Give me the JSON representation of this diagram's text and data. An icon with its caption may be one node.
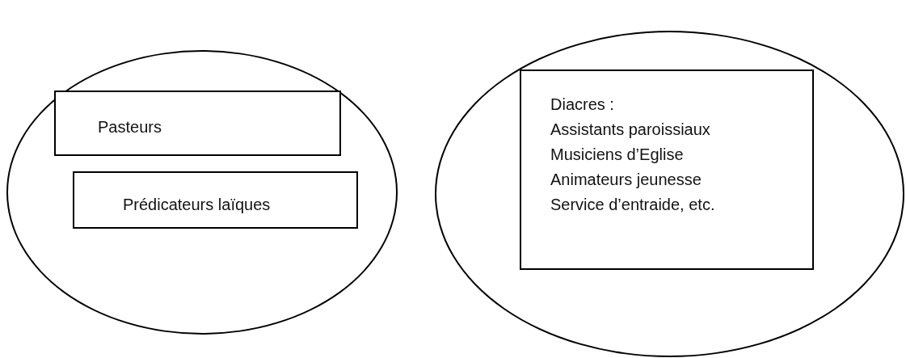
{
  "diagram": {
    "nodes": [
      {
        "text": [],
        "shape": "ellipse"
      },
      {
        "text": [
          "Pasteurs"
        ],
        "in": 0
      },
      {
        "text": [
          "Prédicateurs laïques"
        ],
        "in": 0
      },
      {
        "text": [],
        "shape": "ellipse"
      },
      {
        "text": [
          "Diacres :",
          "Assistants paroissiaux",
          "Musiciens d’Eglise",
          "Animateurs jeunesse",
          "Service d’entraide, etc."
        ],
        "in": 3
      }
    ]
  }
}
